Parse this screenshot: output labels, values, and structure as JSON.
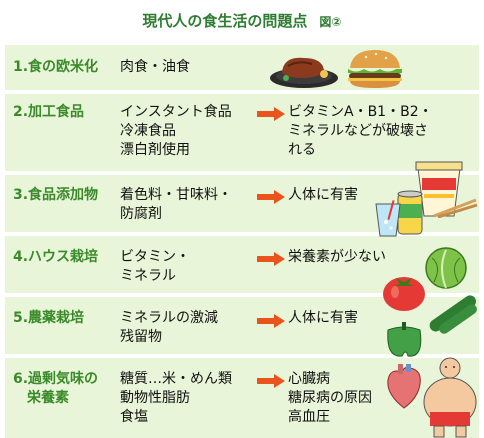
{
  "title": "現代人の食生活の問題点",
  "figure_label": "図②",
  "rows": [
    {
      "label": [
        "1.食の欧米化"
      ],
      "causes": [
        "肉食・油食"
      ],
      "effects": []
    },
    {
      "label": [
        "2.加工食品"
      ],
      "causes": [
        "インスタント食品",
        "冷凍食品",
        "漂白剤使用"
      ],
      "effects": [
        "ビタミンA・B1・B2・",
        "ミネラルなどが破壊さ",
        "れる"
      ]
    },
    {
      "label": [
        "3.食品添加物"
      ],
      "causes": [
        "着色料・甘味料・",
        "防腐剤"
      ],
      "effects": [
        "人体に有害"
      ]
    },
    {
      "label": [
        "4.ハウス栽培"
      ],
      "causes": [
        "ビタミン・",
        "ミネラル"
      ],
      "effects": [
        "栄養素が少ない"
      ]
    },
    {
      "label": [
        "5.農薬栽培"
      ],
      "causes": [
        "ミネラルの激減",
        "残留物"
      ],
      "effects": [
        "人体に有害"
      ]
    },
    {
      "label": [
        "6.過剰気味の",
        "栄養素"
      ],
      "causes": [
        "糖質…米・めん類",
        "動物性脂肪",
        "食塩"
      ],
      "effects": [
        "心臓病",
        "糖尿病の原因",
        "高血圧"
      ]
    }
  ],
  "colors": {
    "accent": "#3a8a2a",
    "row_bg": "#e8f5d8",
    "arrow": "#e8541c"
  },
  "icons": [
    "steak-icon",
    "hamburger-icon",
    "cup-noodle-icon",
    "soda-can-icon",
    "drink-glass-icon",
    "chopsticks-icon",
    "lettuce-icon",
    "tomato-icon",
    "cucumber-icon",
    "green-pepper-icon",
    "heart-organ-icon",
    "overweight-person-icon"
  ]
}
